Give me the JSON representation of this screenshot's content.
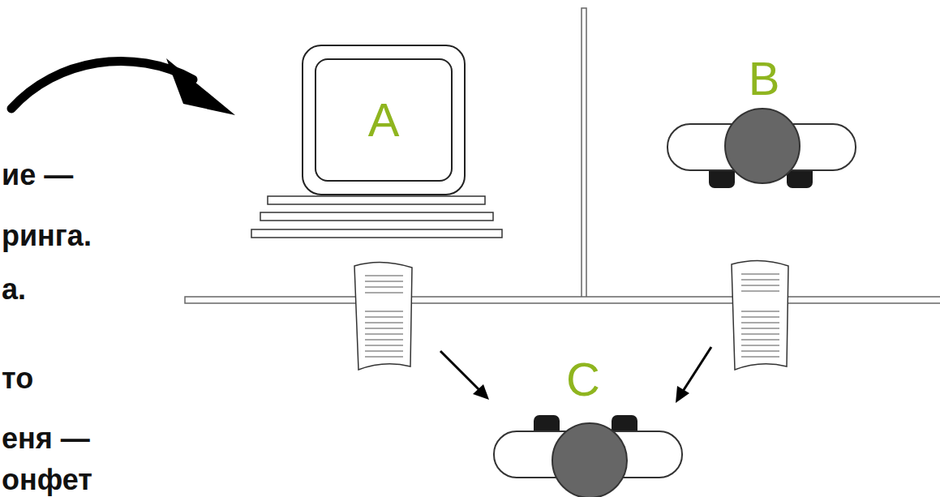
{
  "diagram": {
    "nodes": [
      {
        "text": [
          "A"
        ]
      }
    ],
    "labels": [
      "ие —",
      "ринга.",
      "а.",
      "то",
      "еня —",
      "онфет",
      "B",
      "C"
    ]
  }
}
